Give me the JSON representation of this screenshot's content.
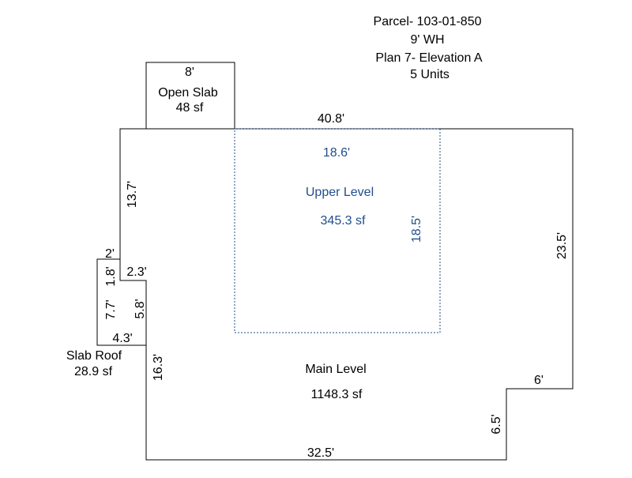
{
  "header": {
    "parcel": "Parcel- 103-01-850",
    "wall_height": "9' WH",
    "plan": "Plan 7- Elevation A",
    "units": "5 Units"
  },
  "areas": {
    "open_slab": {
      "name": "Open Slab",
      "area": "48 sf"
    },
    "upper_level": {
      "name": "Upper Level",
      "area": "345.3 sf"
    },
    "slab_roof": {
      "name": "Slab Roof",
      "area": "28.9 sf"
    },
    "main_level": {
      "name": "Main Level",
      "area": "1148.3 sf"
    }
  },
  "dimensions": {
    "open_slab_width": "8'",
    "top_width": "40.8'",
    "upper_width": "18.6'",
    "upper_height": "18.5'",
    "left_upper": "13.7'",
    "notch_top": "2'",
    "notch_step": "2.3'",
    "notch_small": "1.8'",
    "slab_roof_height": "7.7'",
    "inner_height": "5.8'",
    "slab_roof_bottom": "4.3'",
    "left_lower": "16.3'",
    "right_height": "23.5'",
    "right_step": "6'",
    "right_lower": "6.5'",
    "bottom_width": "32.5'"
  },
  "colors": {
    "line": "#000000",
    "upper": "#1f4e8c"
  }
}
